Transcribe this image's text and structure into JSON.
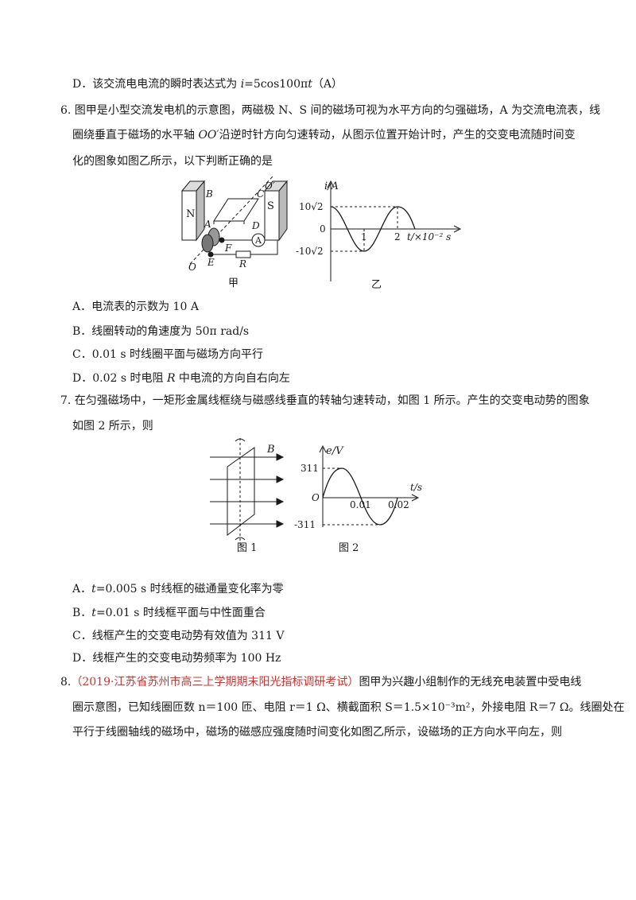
{
  "q5": {
    "optD": {
      "pre": "D．该交流电电流的瞬时表达式为 ",
      "var": "i",
      "mid": "=5cos100π",
      "var2": "t",
      "post": "（A）"
    }
  },
  "q6": {
    "line1": "6. 图甲是小型交流发电机的示意图，两磁极 N、S 间的磁场可视为水平方向的匀强磁场，A 为交流电流表，线",
    "line2_pre": "圈绕垂直于磁场的水平轴 ",
    "line2_var": "OO′",
    "line2_post": "沿逆时针方向匀速转动，从图示位置开始计时，产生的交变电流随时间变",
    "line3": "化的图象如图乙所示，以下判断正确的是",
    "fig_jia": {
      "caption": "甲",
      "labels": {
        "N": "N",
        "S": "S",
        "B": "B",
        "C": "C",
        "D": "D",
        "A": "A",
        "E": "E",
        "F": "F",
        "R": "R",
        "O": "O",
        "Op": "O′",
        "meter": "A"
      }
    },
    "fig_yi": {
      "caption": "乙",
      "ylabel": "i/A",
      "ytick_top": "10√2",
      "ytick_zero": "0",
      "ytick_bottom": "-10√2",
      "xtick1": "1",
      "xtick2": "2",
      "xlabel": "t/×10⁻² s"
    },
    "optA": "A．电流表的示数为 10 A",
    "optB": "B．线圈转动的角速度为 50π rad/s",
    "optC": "C．0.01 s 时线圈平面与磁场方向平行",
    "optD_pre": "D．0.02 s 时电阻 ",
    "optD_var": "R",
    "optD_post": " 中电流的方向自右向左"
  },
  "q7": {
    "line1": "7. 在匀强磁场中，一矩形金属线框绕与磁感线垂直的转轴匀速转动，如图 1 所示。产生的交变电动势的图象",
    "line2": "如图 2 所示，则",
    "fig1": {
      "caption": "图 1",
      "B": "B"
    },
    "fig2": {
      "caption": "图 2",
      "ylabel": "e/V",
      "ytick_top": "311",
      "ytick_bottom": "-311",
      "origin": "O",
      "xtick1": "0.01",
      "xtick2": "0.02",
      "xlabel": "t/s"
    },
    "optA_var": "t",
    "optA_post": "=0.005 s 时线框的磁通量变化率为零",
    "optB_var": "t",
    "optB_post": "=0.01 s 时线框平面与中性面重合",
    "optC": "C．线框产生的交变电动势有效值为 311 V",
    "optD": "D．线框产生的交变电动势频率为 100 Hz",
    "optA_label": "A．",
    "optB_label": "B．"
  },
  "q8": {
    "num": "8.",
    "source": "（2019·江苏省苏州市高三上学期期末阳光指标调研考试）",
    "line1_post": "图甲为兴趣小组制作的无线充电装置中受电线",
    "line2": "圈示意图，已知线圈匝数 n＝100 匝、电阻 r＝1 Ω、横截面积 S＝1.5×10⁻³m²，外接电阻 R＝7 Ω。线圈处在",
    "line3": "平行于线圈轴线的磁场中，磁场的磁感应强度随时间变化如图乙所示，设磁场的正方向水平向左，则"
  },
  "colors": {
    "source_red": "#d0312d"
  }
}
